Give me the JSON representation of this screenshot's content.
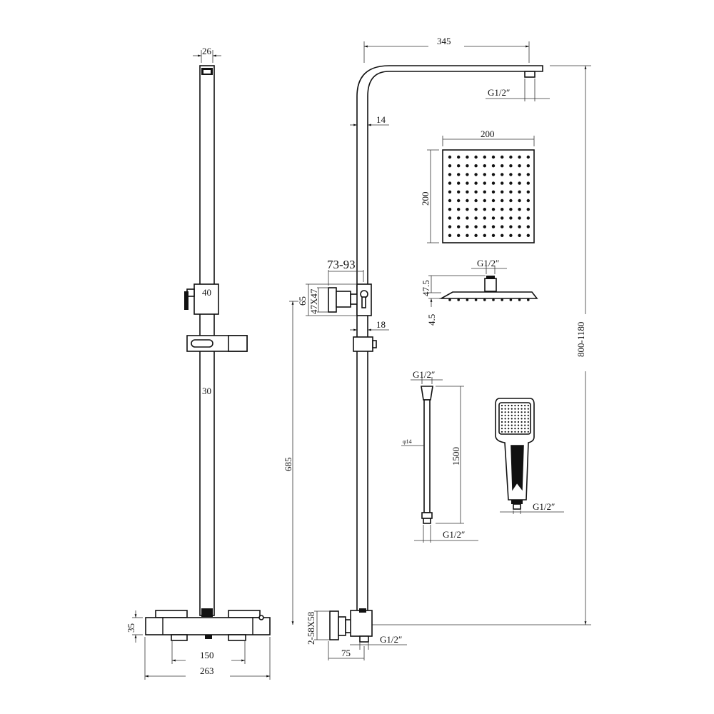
{
  "title": "Thermostatic shower column dimension drawing",
  "colors": {
    "line": "#111111",
    "background": "#ffffff"
  },
  "front_view": {
    "top_cap_width": "26",
    "holder_width": "40",
    "rail_width": "30",
    "mixer_height": "35",
    "mixer_centers": "150",
    "mixer_width": "263"
  },
  "side_view": {
    "arm_length": "345",
    "arm_outlet": "G1/2″",
    "pipe_diameter": "14",
    "bracket_projection": "73-93",
    "bracket_height": "65",
    "bracket_plate": "47X47",
    "slider_width": "18",
    "height_to_bracket": "685",
    "overall_height": "800-1180",
    "wall_plates": "2-58X58",
    "wall_projection": "75",
    "inlet": "G1/2″"
  },
  "overhead_shower": {
    "width": "200",
    "depth": "200",
    "connection": "G1/2″",
    "height": "47.5",
    "plate_thickness": "4.5"
  },
  "hose": {
    "top_connection": "G1/2″",
    "diameter": "φ14",
    "length": "1500",
    "bottom_connection": "G1/2″"
  },
  "hand_shower": {
    "connection": "G1/2″"
  }
}
